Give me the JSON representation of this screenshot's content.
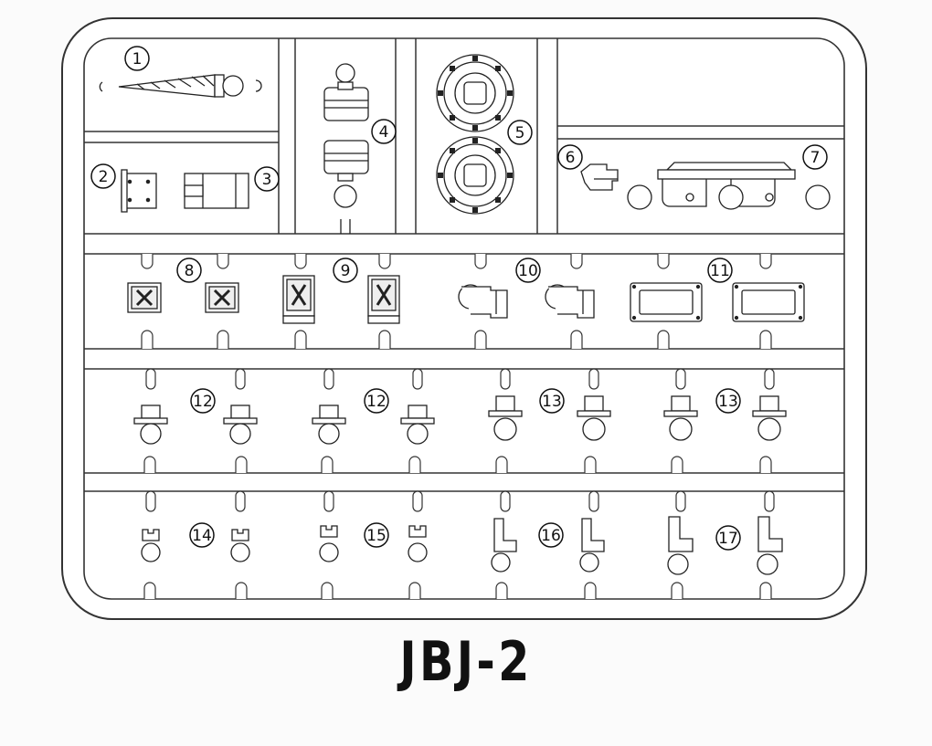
{
  "sheet": {
    "title": "JBJ-2",
    "part_numbers": [
      "1",
      "2",
      "3",
      "4",
      "5",
      "6",
      "7",
      "8",
      "9",
      "10",
      "11",
      "12",
      "12",
      "13",
      "13",
      "14",
      "15",
      "16",
      "17"
    ]
  },
  "colors": {
    "ink": "#222222",
    "frame": "#333333",
    "background": "#fbfbfb"
  },
  "icons": [
    "parts-sprue-frame",
    "sprue-parts"
  ]
}
